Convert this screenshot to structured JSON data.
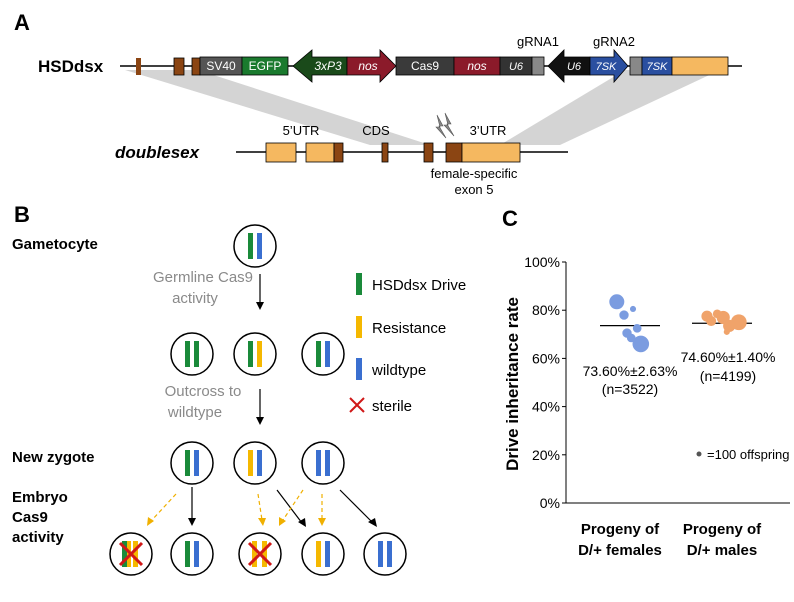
{
  "panel_a": {
    "letter": "A",
    "construct_name": "HSDdsx",
    "gene_name": "doublesex",
    "elements": {
      "sv40": "SV40",
      "egfp": "EGFP",
      "promoter_3xp3": "3xP3",
      "nos1": "nos",
      "cas9": "Cas9",
      "nos2": "nos",
      "u6a": "U6",
      "u6b": "U6",
      "tsk_a": "7SK",
      "tsk_b": "7SK"
    },
    "grna1": "gRNA1",
    "grna2": "gRNA2",
    "utr5": "5’UTR",
    "cds": "CDS",
    "utr3": "3’UTR",
    "exon_label_1": "female-specific",
    "exon_label_2": "exon 5"
  },
  "panel_b": {
    "letter": "B",
    "gametocyte": "Gametocyte",
    "germline_1": "Germline Cas9",
    "germline_2": "activity",
    "outcross_1": "Outcross to",
    "outcross_2": "wildtype",
    "new_zygote": "New zygote",
    "embryo_1": "Embryo",
    "embryo_2": "Cas9",
    "embryo_3": "activity",
    "legend": {
      "drive": "HSDdsx Drive",
      "resistance": "Resistance",
      "wildtype": "wildtype",
      "sterile": "sterile"
    },
    "colors": {
      "drive": "#1a8a3a",
      "resistance": "#f5b800",
      "wildtype": "#3a6fd0",
      "sterile": "#d01818"
    }
  },
  "panel_c": {
    "letter": "C",
    "size_legend": "=100 offspring",
    "female_stat": "73.60%±2.63%",
    "female_n": "(n=3522)",
    "male_stat": "74.60%±1.40%",
    "male_n": "(n=4199)"
  },
  "chart_data": {
    "type": "scatter",
    "title": "",
    "xlabel": "",
    "ylabel": "Drive inheritance rate",
    "ylim": [
      0,
      100
    ],
    "yticks": [
      "0%",
      "20%",
      "40%",
      "60%",
      "80%",
      "100%"
    ],
    "categories": [
      "Progeny of D/+ females",
      "Progeny of D/+ males"
    ],
    "category_lines": [
      [
        "Progeny of",
        "D/+ females"
      ],
      [
        "Progeny of",
        "D/+ males"
      ]
    ],
    "series": [
      {
        "category": "Progeny of D/+ females",
        "color": "#7b9ce0",
        "mean": 73.6,
        "points": [
          {
            "y": 83.5,
            "offspring": 900,
            "dx": -0.22
          },
          {
            "y": 80.5,
            "offspring": 150,
            "dx": 0.05
          },
          {
            "y": 78.0,
            "offspring": 350,
            "dx": -0.1
          },
          {
            "y": 72.5,
            "offspring": 300,
            "dx": 0.12
          },
          {
            "y": 70.5,
            "offspring": 350,
            "dx": -0.05
          },
          {
            "y": 68.5,
            "offspring": 300,
            "dx": 0.02
          },
          {
            "y": 66.0,
            "offspring": 1100,
            "dx": 0.18
          }
        ]
      },
      {
        "category": "Progeny of D/+ males",
        "color": "#f0a36a",
        "mean": 74.6,
        "points": [
          {
            "y": 78.5,
            "offspring": 300,
            "dx": -0.08
          },
          {
            "y": 77.5,
            "offspring": 500,
            "dx": -0.25
          },
          {
            "y": 77.0,
            "offspring": 700,
            "dx": 0.02
          },
          {
            "y": 76.0,
            "offspring": 200,
            "dx": 0.3
          },
          {
            "y": 75.5,
            "offspring": 400,
            "dx": -0.18
          },
          {
            "y": 75.0,
            "offspring": 1000,
            "dx": 0.28
          },
          {
            "y": 73.5,
            "offspring": 600,
            "dx": 0.12
          },
          {
            "y": 71.0,
            "offspring": 150,
            "dx": 0.08
          }
        ]
      }
    ],
    "grid": false,
    "legend": "bottom-right"
  }
}
